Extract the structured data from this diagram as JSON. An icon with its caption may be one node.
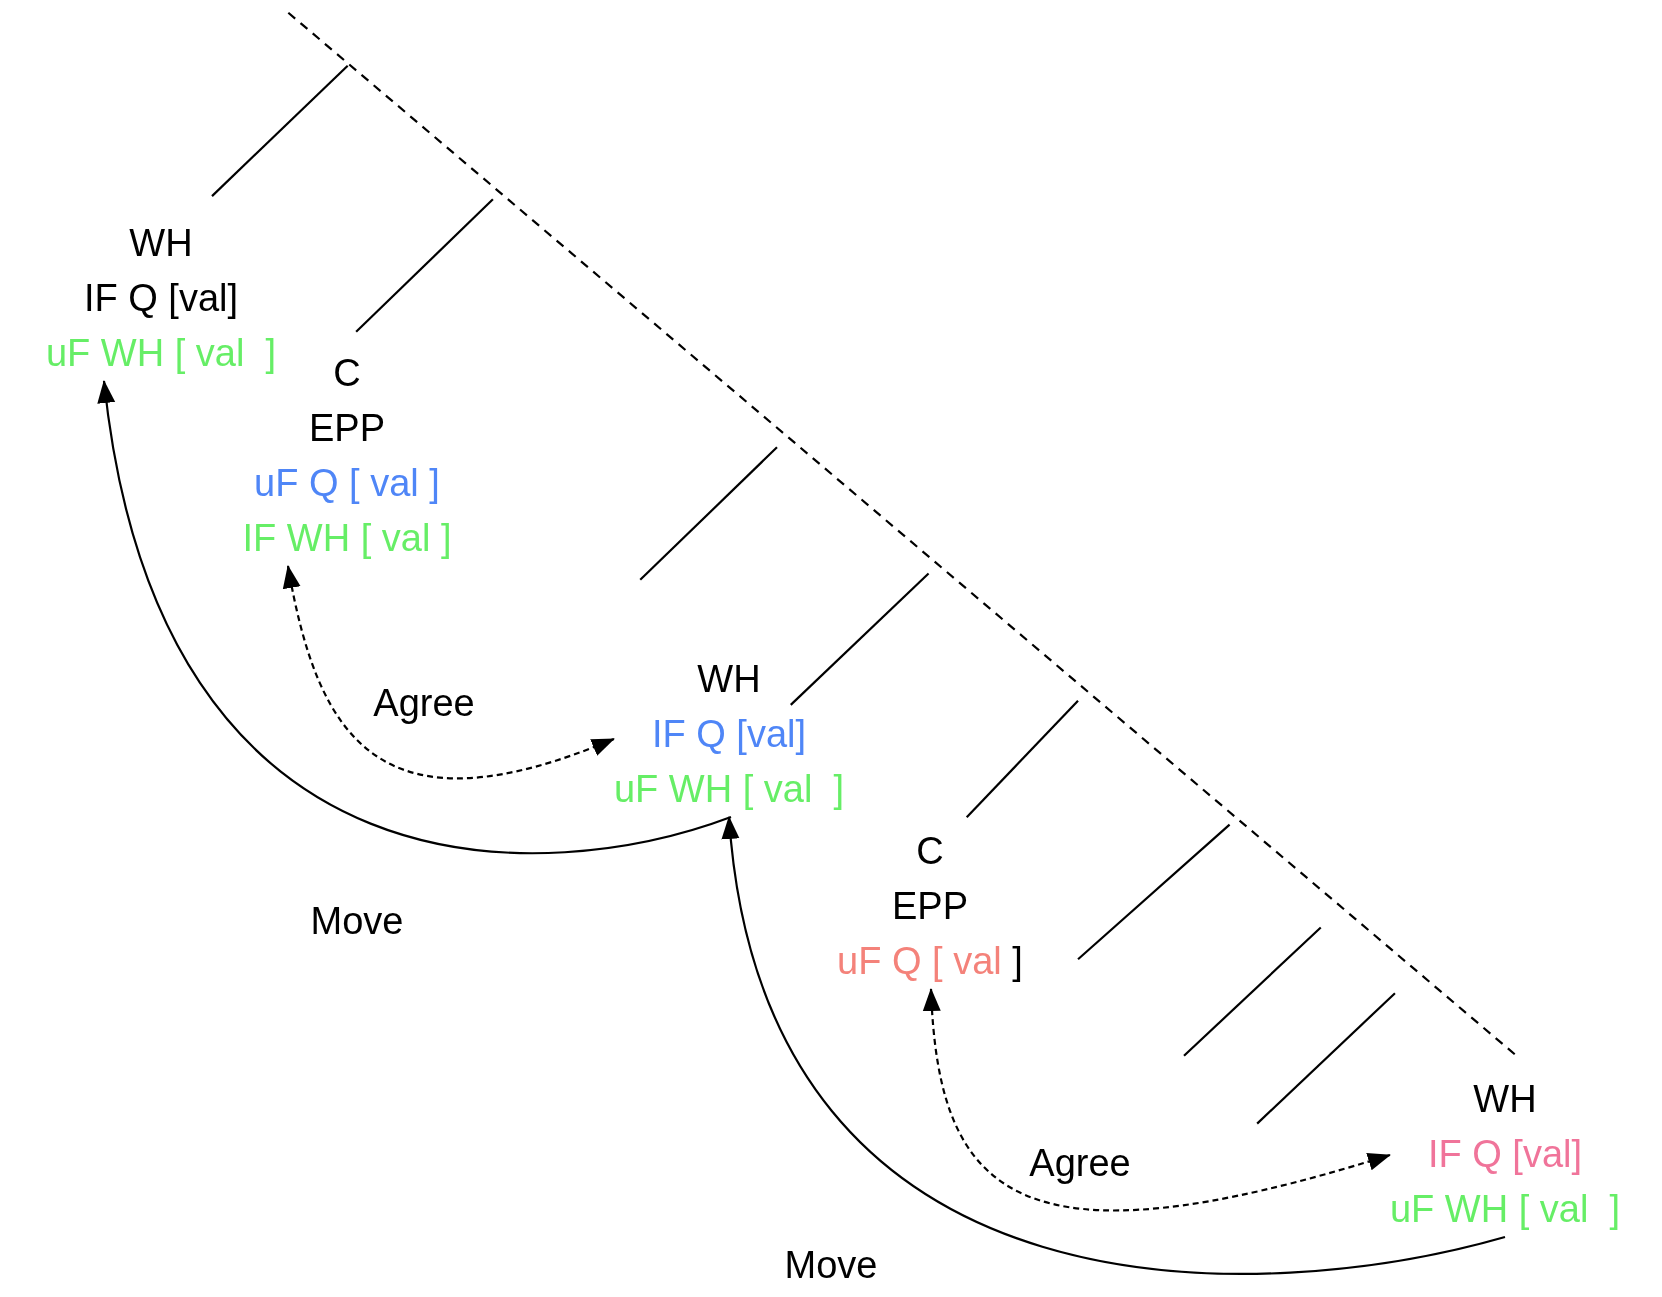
{
  "diagram": {
    "nodes": [
      {
        "text": [
          "WH",
          "IF Q [val]",
          "uF WH [ val  ]"
        ]
      },
      {
        "text": [
          "C",
          "EPP",
          "uF Q [ val ]",
          "IF WH [ val ]"
        ]
      },
      {
        "text": [
          "WH",
          "IF Q [val]",
          "uF WH [ val  ]"
        ]
      },
      {
        "text": [
          "C",
          "EPP",
          "uF Q [ val ]"
        ]
      },
      {
        "text": [
          "WH",
          "IF Q [val]",
          "uF WH [ val  ]"
        ]
      }
    ],
    "edges": [
      {
        "from": 2,
        "to": 0,
        "arrow": "to",
        "label": "Move"
      },
      {
        "from": 4,
        "to": 2,
        "arrow": "to",
        "label": "Move"
      },
      {
        "from": 1,
        "to": 2,
        "arrow": "both",
        "label": "Agree",
        "style": "dashed"
      },
      {
        "from": 3,
        "to": 4,
        "arrow": "both",
        "label": "Agree",
        "style": "dashed"
      }
    ]
  }
}
